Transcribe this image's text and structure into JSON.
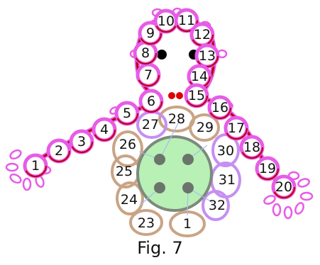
{
  "caption": "Fig. 7",
  "colors": {
    "outer_ring": "#b8000a",
    "loop_pink": "#e75ce7",
    "loop_violet": "#c68ff0",
    "loop_tan": "#c9a484",
    "center": "#b8f0b6",
    "center_stroke": "#7c8a7c",
    "button_holes": "#6b746b",
    "eyes": "#000000",
    "mouth": "#dd0000",
    "threads_blue": "#aabbee"
  },
  "icons": [
    "left-hand-flower",
    "right-hand-flower",
    "eye",
    "mouth-bead",
    "center-button"
  ],
  "rings": [
    {
      "label": "1"
    },
    {
      "label": "2"
    },
    {
      "label": "3"
    },
    {
      "label": "4"
    },
    {
      "label": "5"
    },
    {
      "label": "6"
    },
    {
      "label": "7"
    },
    {
      "label": "8"
    },
    {
      "label": "9"
    },
    {
      "label": "10"
    },
    {
      "label": "11"
    },
    {
      "label": "12"
    },
    {
      "label": "13"
    },
    {
      "label": "14"
    },
    {
      "label": "15"
    },
    {
      "label": "16"
    },
    {
      "label": "17"
    },
    {
      "label": "18"
    },
    {
      "label": "19"
    },
    {
      "label": "20"
    }
  ],
  "body_rings": [
    {
      "label": "1"
    },
    {
      "label": "23"
    },
    {
      "label": "24"
    },
    {
      "label": "25"
    },
    {
      "label": "26"
    },
    {
      "label": "27"
    },
    {
      "label": "28"
    },
    {
      "label": "29"
    },
    {
      "label": "30"
    },
    {
      "label": "31"
    },
    {
      "label": "32"
    }
  ]
}
